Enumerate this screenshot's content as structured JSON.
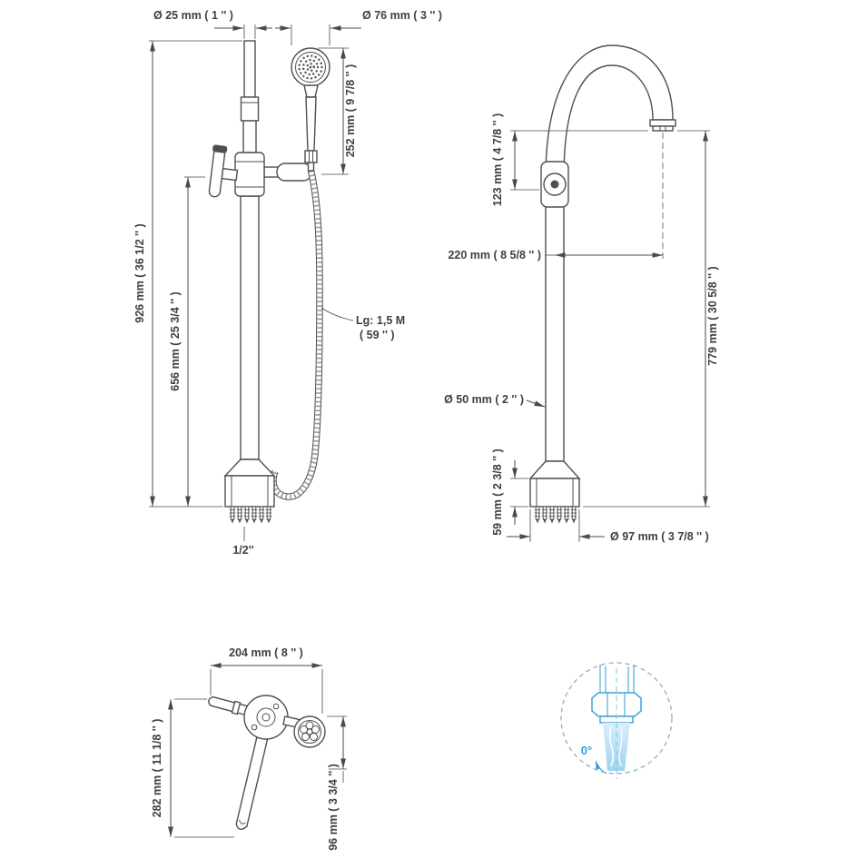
{
  "front_view": {
    "dia_pipe": "Ø 25 mm ( 1 '' )",
    "dia_handshower": "Ø 76 mm ( 3 '' )",
    "handshower_height": "252 mm ( 9 7/8 '' )",
    "total_height": "926 mm ( 36 1/2 '' )",
    "valve_height": "656 mm ( 25 3/4 '' )",
    "hose_length_line1": "Lg: 1,5 M",
    "hose_length_line2": "( 59 '' )",
    "connection_size": "1/2''"
  },
  "side_view": {
    "spout_drop": "123 mm ( 4 7/8 '' )",
    "spout_reach": "220 mm ( 8 5/8 '' )",
    "spout_height": "779 mm ( 30 5/8 '' )",
    "dia_column": "Ø 50 mm ( 2 '' )",
    "base_height": "59 mm ( 2 3/8 '' )",
    "dia_base": "Ø 97 mm ( 3 7/8 '' )"
  },
  "top_view": {
    "width": "204 mm ( 8 '' )",
    "depth": "282 mm ( 11 1/8 '' )",
    "handshower_depth": "96 mm ( 3 3/4 '' )"
  },
  "detail_view": {
    "angle": "0°"
  },
  "colors": {
    "line": "#4f4f4f",
    "accent": "#2b9fd8"
  }
}
